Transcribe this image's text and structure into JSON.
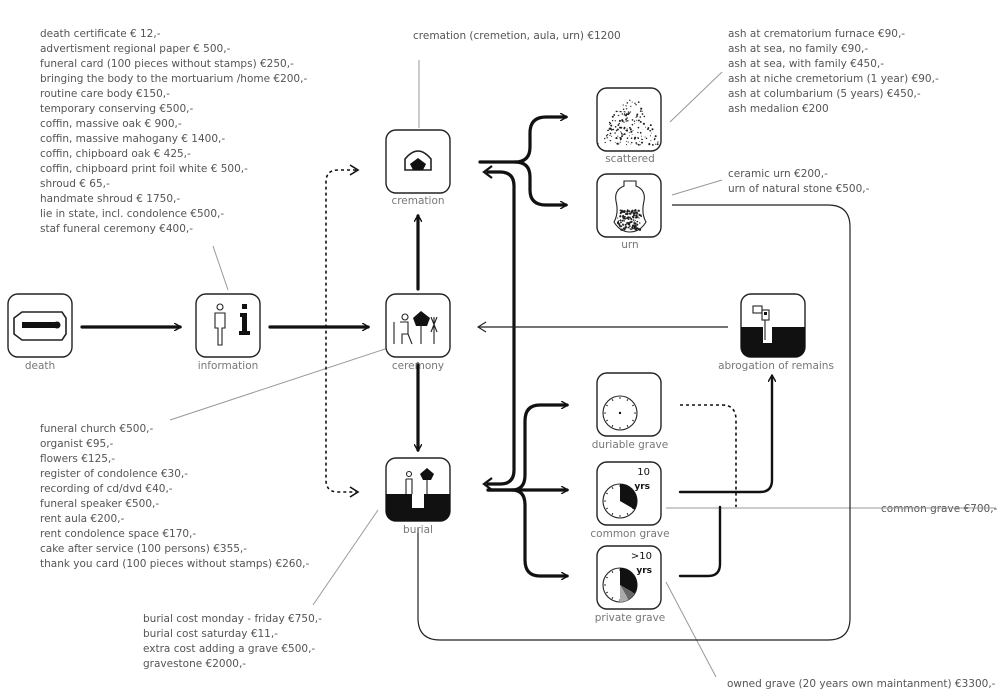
{
  "costs": {
    "information": [
      "death certificate € 12,-",
      "advertisment regional paper € 500,-",
      "funeral card (100 pieces without stamps) €250,-",
      "bringing the body to the mortuarium /home €200,-",
      "routine care body €150,-",
      "temporary conserving €500,-",
      "coffin, massive oak € 900,-",
      "coffin, massive mahogany € 1400,-",
      "coffin, chipboard oak € 425,-",
      "coffin, chipboard print foil white € 500,-",
      "shroud € 65,-",
      "handmate shroud € 1750,-",
      "lie in state, incl. condolence €500,-",
      "staf funeral ceremony €400,-"
    ],
    "cremation": "cremation (cremetion, aula, urn) €1200",
    "scattered": [
      "ash at crematorium furnace €90,-",
      "ash at sea, no family €90,-",
      "ash at sea, with family €450,-",
      "ash at niche cremetorium (1 year) €90,-",
      "ash at columbarium (5 years) €450,-",
      "ash medalion €200"
    ],
    "urn": [
      "ceramic urn €200,-",
      "urn of natural stone €500,-"
    ],
    "ceremony": [
      "funeral church €500,-",
      "organist €95,-",
      "flowers €125,-",
      "register of condolence €30,-",
      "recording of cd/dvd €40,-",
      "funeral speaker €500,-",
      "rent aula €200,-",
      "rent condolence space €170,-",
      "cake after service (100 persons) €355,-",
      "thank you card  (100 pieces without stamps) €260,-"
    ],
    "burial": [
      "burial cost monday - friday €750,-",
      "burial cost saturday €11,-",
      "extra cost adding a grave €500,-",
      "gravestone €2000,-"
    ],
    "common_grave": "common grave €700,-",
    "owned_grave": "owned grave (20 years  own maintanment) €3300,-"
  },
  "nodes": {
    "death": "death",
    "information": "information",
    "ceremony": "ceremony",
    "cremation": "cremation",
    "burial": "burial",
    "scattered": "scattered",
    "urn": "urn",
    "durable_grave": "duriable grave",
    "common_grave": "common grave",
    "private_grave": "private grave",
    "abrogation": "abrogation of remains"
  },
  "clock_text": {
    "common_years": "10",
    "common_unit": "yrs",
    "private_years": ">10",
    "private_unit": "yrs"
  },
  "icons": [
    "coffin-icon",
    "person-info-icon",
    "ceremony-icon",
    "cremation-oven-icon",
    "burial-icon",
    "scattered-ash-icon",
    "urn-icon",
    "clock-icon",
    "abrogation-icon"
  ]
}
